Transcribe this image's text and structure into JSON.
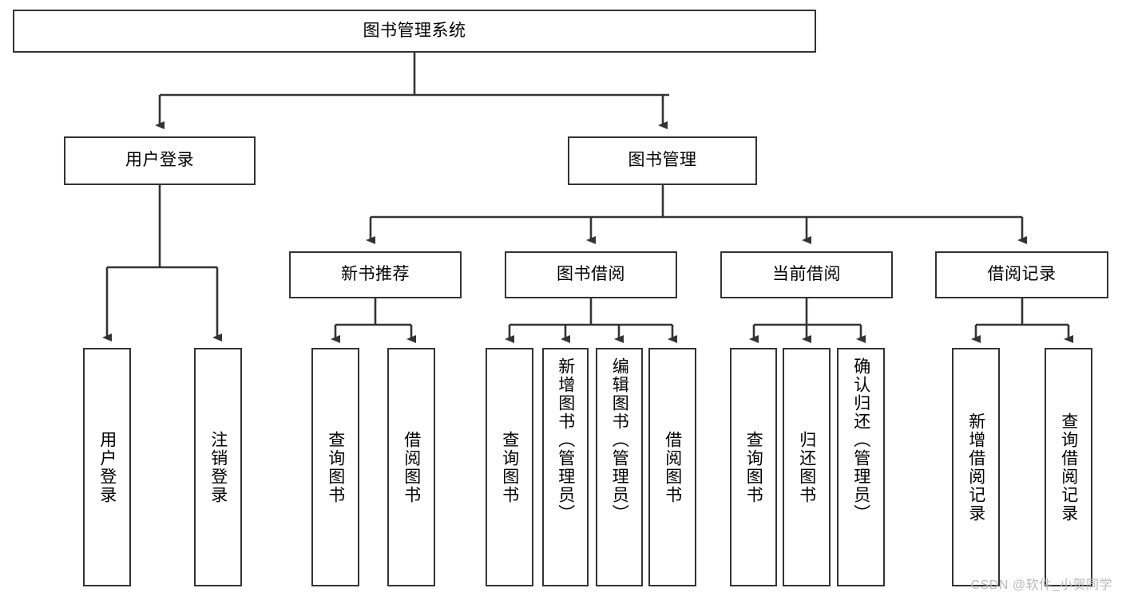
{
  "diagram": {
    "title": "图书管理系统",
    "type": "tree",
    "watermark": "CSDN @软件_小贺同学",
    "colors": {
      "box_border": "#333333",
      "box_fill": "#ffffff",
      "edge": "#333333",
      "text": "#000000",
      "watermark": "#b9b9b9"
    },
    "levels": {
      "root": {
        "label": "图书管理系统"
      },
      "level2": [
        {
          "label": "用户登录"
        },
        {
          "label": "图书管理"
        }
      ],
      "level3": [
        {
          "label": "新书推荐"
        },
        {
          "label": "图书借阅"
        },
        {
          "label": "当前借阅"
        },
        {
          "label": "借阅记录"
        }
      ],
      "leaves": {
        "user_login": [
          {
            "label": "用户登录"
          },
          {
            "label": "注销登录"
          }
        ],
        "new_book_rec": [
          {
            "label": "查询图书"
          },
          {
            "label": "借阅图书"
          }
        ],
        "book_borrow": [
          {
            "label": "查询图书"
          },
          {
            "label": "新增图书（管理员）"
          },
          {
            "label": "编辑图书（管理员）"
          },
          {
            "label": "借阅图书"
          }
        ],
        "current_borrow": [
          {
            "label": "查询图书"
          },
          {
            "label": "归还图书"
          },
          {
            "label": "确认归还（管理员）"
          }
        ],
        "borrow_record": [
          {
            "label": "新增借阅记录"
          },
          {
            "label": "查询借阅记录"
          }
        ]
      }
    }
  }
}
